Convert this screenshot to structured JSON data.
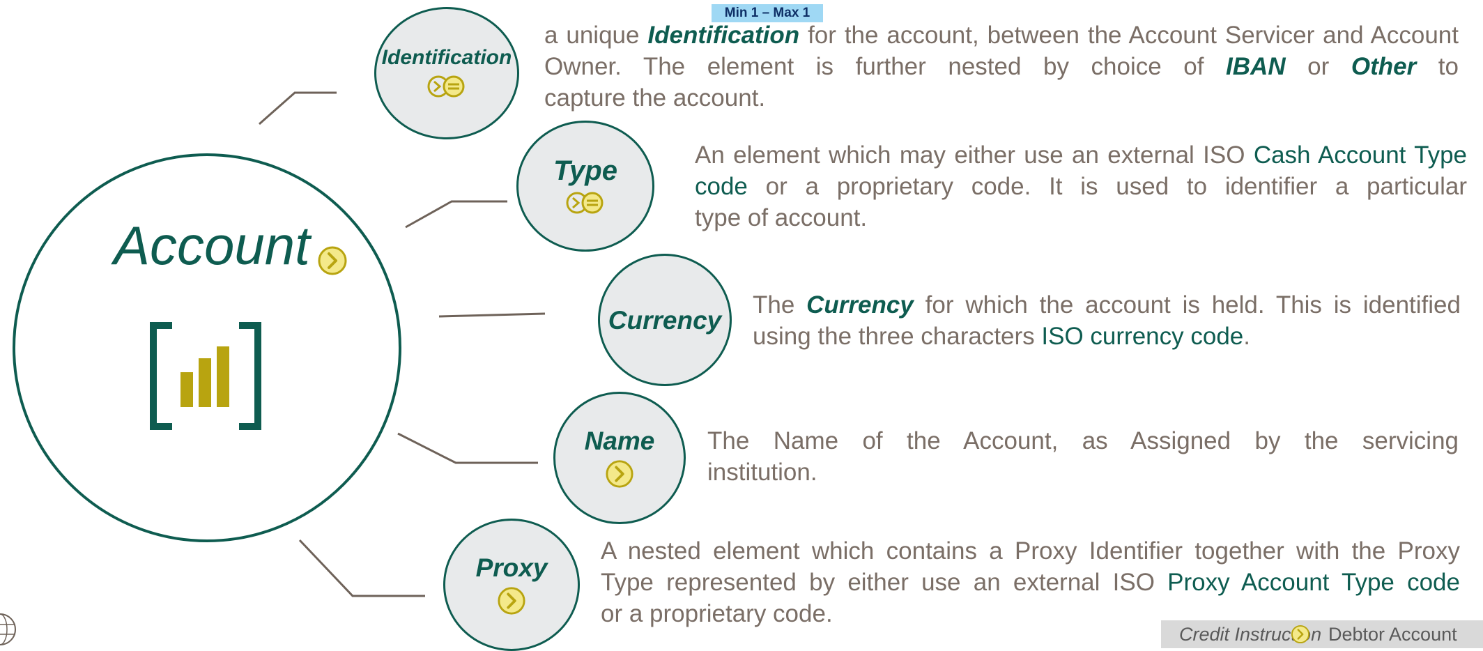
{
  "diagram": {
    "main": {
      "title": "Account",
      "arrow_icon": "chevron-right-circle-icon",
      "logo_icon": "bracket-bar-chart-icon"
    },
    "badge": "Min 1 – Max 1",
    "nodes": [
      {
        "id": "identification",
        "label": "Identification",
        "icon": "choice-icon"
      },
      {
        "id": "type",
        "label": "Type",
        "icon": "choice-icon"
      },
      {
        "id": "currency",
        "label": "Currency",
        "icon": ""
      },
      {
        "id": "name",
        "label": "Name",
        "icon": "chevron-right-circle-icon"
      },
      {
        "id": "proxy",
        "label": "Proxy",
        "icon": "chevron-right-circle-icon"
      }
    ],
    "descriptions": {
      "identification": {
        "t1": "a unique ",
        "b1": "Identification",
        "t2": " for the account, between the Account Servicer and Account Owner. The element is further nested by choice of ",
        "b2": "IBAN",
        "t3": " or ",
        "b3": "Other",
        "t4": " to",
        "t5": "capture the account."
      },
      "type": {
        "t1": "An element which may either use an external ISO ",
        "h1": "Cash Account Type code",
        "t2": " or a proprietary code. It is used to identifier a particular",
        "t3": "type of account."
      },
      "currency": {
        "t1": "The ",
        "b1": "Currency",
        "t2": " for which the account is held. This is identified",
        "t3": "using the three characters ",
        "h1": "ISO currency code",
        "t4": "."
      },
      "name": {
        "t1": "The Name of the Account, as Assigned by the servicing",
        "t2": "institution."
      },
      "proxy": {
        "t1": "A nested element which contains a Proxy Identifier together with the Proxy Type represented by either use an external ISO ",
        "h1": "Proxy Account Type code",
        "t2": "or a proprietary code."
      }
    },
    "footer": {
      "crumb_1": "Credit Instruction",
      "crumb_icon": "chevron-right-circle-icon",
      "crumb_2": "Debtor Account"
    },
    "corner_logo_icon": "globe-logo-icon",
    "colors": {
      "primary": "#0e5c50",
      "accent": "#b8a410",
      "text": "#7a6e66",
      "node_fill": "#e8eaeb",
      "badge": "#9fd8f4",
      "footer": "#d9d9d9"
    }
  }
}
